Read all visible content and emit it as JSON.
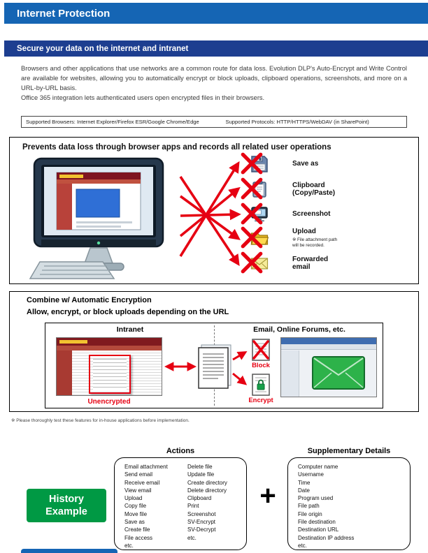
{
  "header": {
    "title": "Internet Protection"
  },
  "subheader": {
    "title": "Secure your data on the internet and intranet"
  },
  "intro": {
    "paragraph": "Browsers and other applications that use networks are a common route for data loss. Evolution DLP's Auto-Encrypt and Write Control are available for websites, allowing you to automatically encrypt or block uploads, clipboard operations, screenshots, and more on a URL-by-URL basis.",
    "office_line": "Office 365 integration lets authenticated users open encrypted files in their browsers."
  },
  "support_bar": {
    "browsers": "Supported Browsers: Internet Explorer/Firefox ESR/Google Chrome/Edge",
    "protocols": "Supported Protocols: HTTP/HTTPS/WebDAV (in SharePoint)"
  },
  "prevention": {
    "title": "Prevents data loss through browser apps and records all related user operations",
    "items": [
      {
        "label": "Save as",
        "icon": "save-as-icon"
      },
      {
        "label": "Clipboard (Copy/Paste)",
        "icon": "clipboard-icon"
      },
      {
        "label": "Screenshot",
        "icon": "screenshot-icon"
      },
      {
        "label": "Upload",
        "icon": "upload-folder-icon",
        "note": "※ File attachment path will be recorded."
      },
      {
        "label": "Forwarded email",
        "icon": "forwarded-email-icon"
      }
    ]
  },
  "encryption": {
    "title_line1": "Combine w/ Automatic Encryption",
    "title_line2": "Allow, encrypt, or block uploads depending on the URL",
    "left_header": "Intranet",
    "right_header": "Email, Online Forums, etc.",
    "left_label": "Unencrypted",
    "block_label": "Block",
    "encrypt_label": "Encrypt"
  },
  "footnote": "※ Please thoroughly test these features for in-house applications before implementation.",
  "history": {
    "actions_title": "Actions",
    "actions_col1": [
      "Email attachment",
      "Send email",
      "Receive email",
      "View email",
      "Upload",
      "Copy file",
      "Move file",
      "Save as",
      "Create file",
      "File access",
      "etc."
    ],
    "actions_col2": [
      "Delete file",
      "Update file",
      "Create directory",
      "Delete directory",
      "Clipboard",
      "Print",
      "Screenshot",
      "SV-Encrypt",
      "SV-Decrypt",
      "etc."
    ],
    "plus": "+",
    "supplementary_title": "Supplementary Details",
    "supplementary_items": [
      "Computer name",
      "Username",
      "Time",
      "Date",
      "Program used",
      "File path",
      "File origin",
      "File destination",
      "Destination URL",
      "Destination IP address",
      "etc."
    ],
    "badge_line1": "History",
    "badge_line2": "Example"
  },
  "colors": {
    "header_blue": "#1565b4",
    "subheader_navy": "#1d3e90",
    "alert_red": "#e60012",
    "badge_green": "#009944"
  }
}
